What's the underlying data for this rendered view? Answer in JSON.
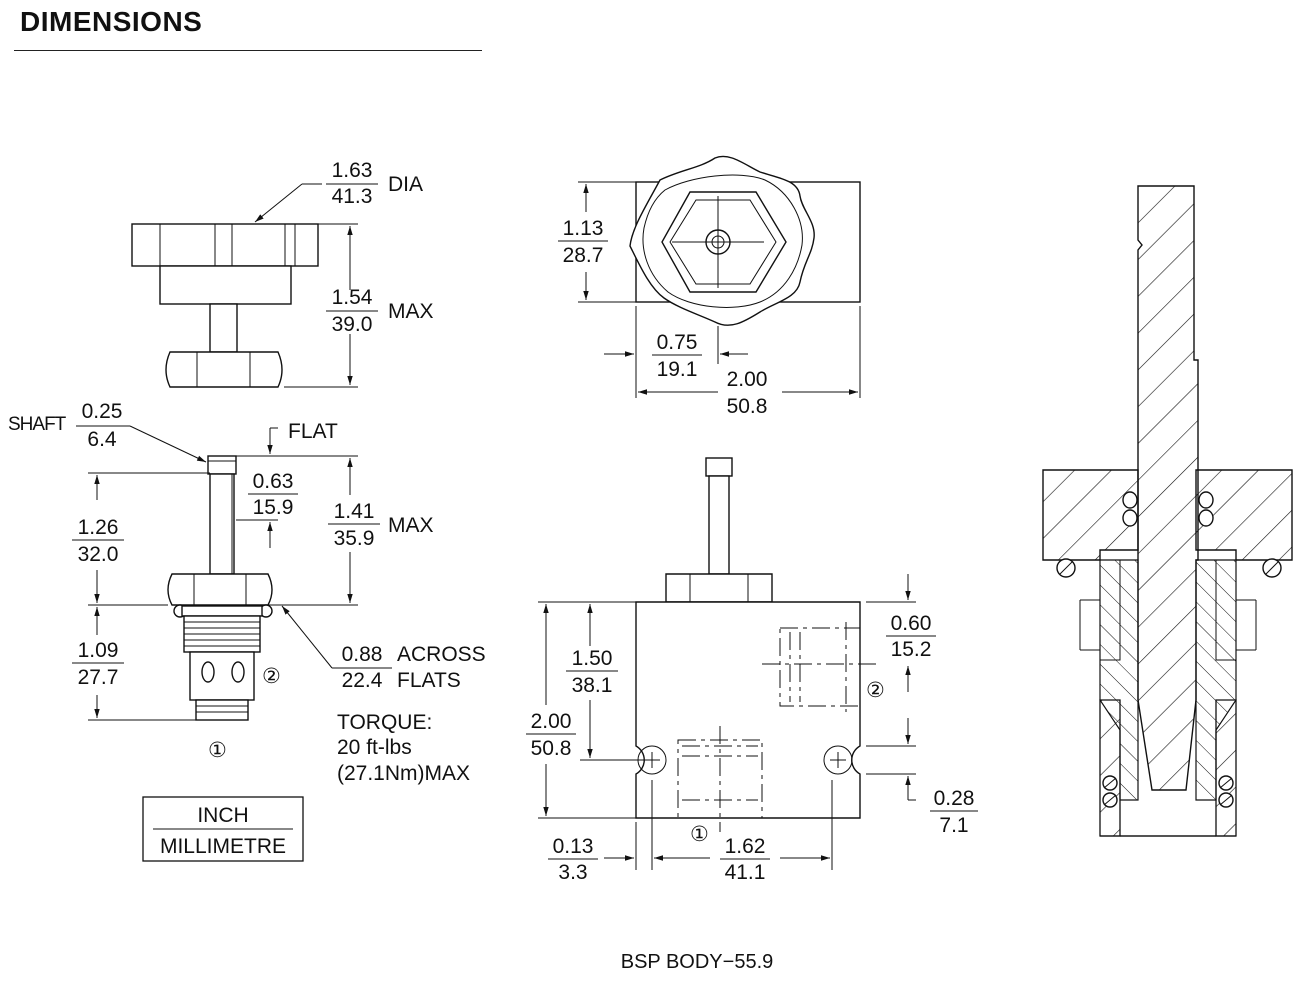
{
  "header": {
    "title": "DIMENSIONS"
  },
  "knob_view": {
    "dia": {
      "num": "1.63",
      "den": "41.3",
      "label": "DIA"
    },
    "height": {
      "num": "1.54",
      "den": "39.0",
      "label": "MAX"
    }
  },
  "cartridge_view": {
    "shaft": {
      "prefix": "SHAFT",
      "num": "0.25",
      "den": "6.4"
    },
    "flat_label": "FLAT",
    "flat_len": {
      "num": "0.63",
      "den": "15.9"
    },
    "shaft_height": {
      "num": "1.41",
      "den": "35.9",
      "label": "MAX"
    },
    "upper_len": {
      "num": "1.26",
      "den": "32.0"
    },
    "lower_len": {
      "num": "1.09",
      "den": "27.7"
    },
    "hex": {
      "num": "0.88",
      "den": "22.4",
      "label1": "ACROSS",
      "label2": "FLATS"
    },
    "torque": {
      "line1": "TORQUE:",
      "line2": "20 ft-lbs",
      "line3": "(27.1Nm)MAX"
    },
    "port1": "①",
    "port2": "②"
  },
  "legend": {
    "num": "INCH",
    "den": "MILLIMETRE"
  },
  "top_view": {
    "height": {
      "num": "1.13",
      "den": "28.7"
    },
    "offset": {
      "num": "0.75",
      "den": "19.1"
    },
    "width": {
      "num": "2.00",
      "den": "50.8"
    }
  },
  "body_view": {
    "height1": {
      "num": "1.50",
      "den": "38.1"
    },
    "height2": {
      "num": "2.00",
      "den": "50.8"
    },
    "port2_dim": {
      "num": "0.60",
      "den": "15.2"
    },
    "hole_dim": {
      "num": "0.28",
      "den": "7.1"
    },
    "edge_dim": {
      "num": "0.13",
      "den": "3.3"
    },
    "hole_spacing": {
      "num": "1.62",
      "den": "41.1"
    },
    "port1": "①",
    "port2": "②"
  },
  "caption": "BSP BODY−55.9"
}
